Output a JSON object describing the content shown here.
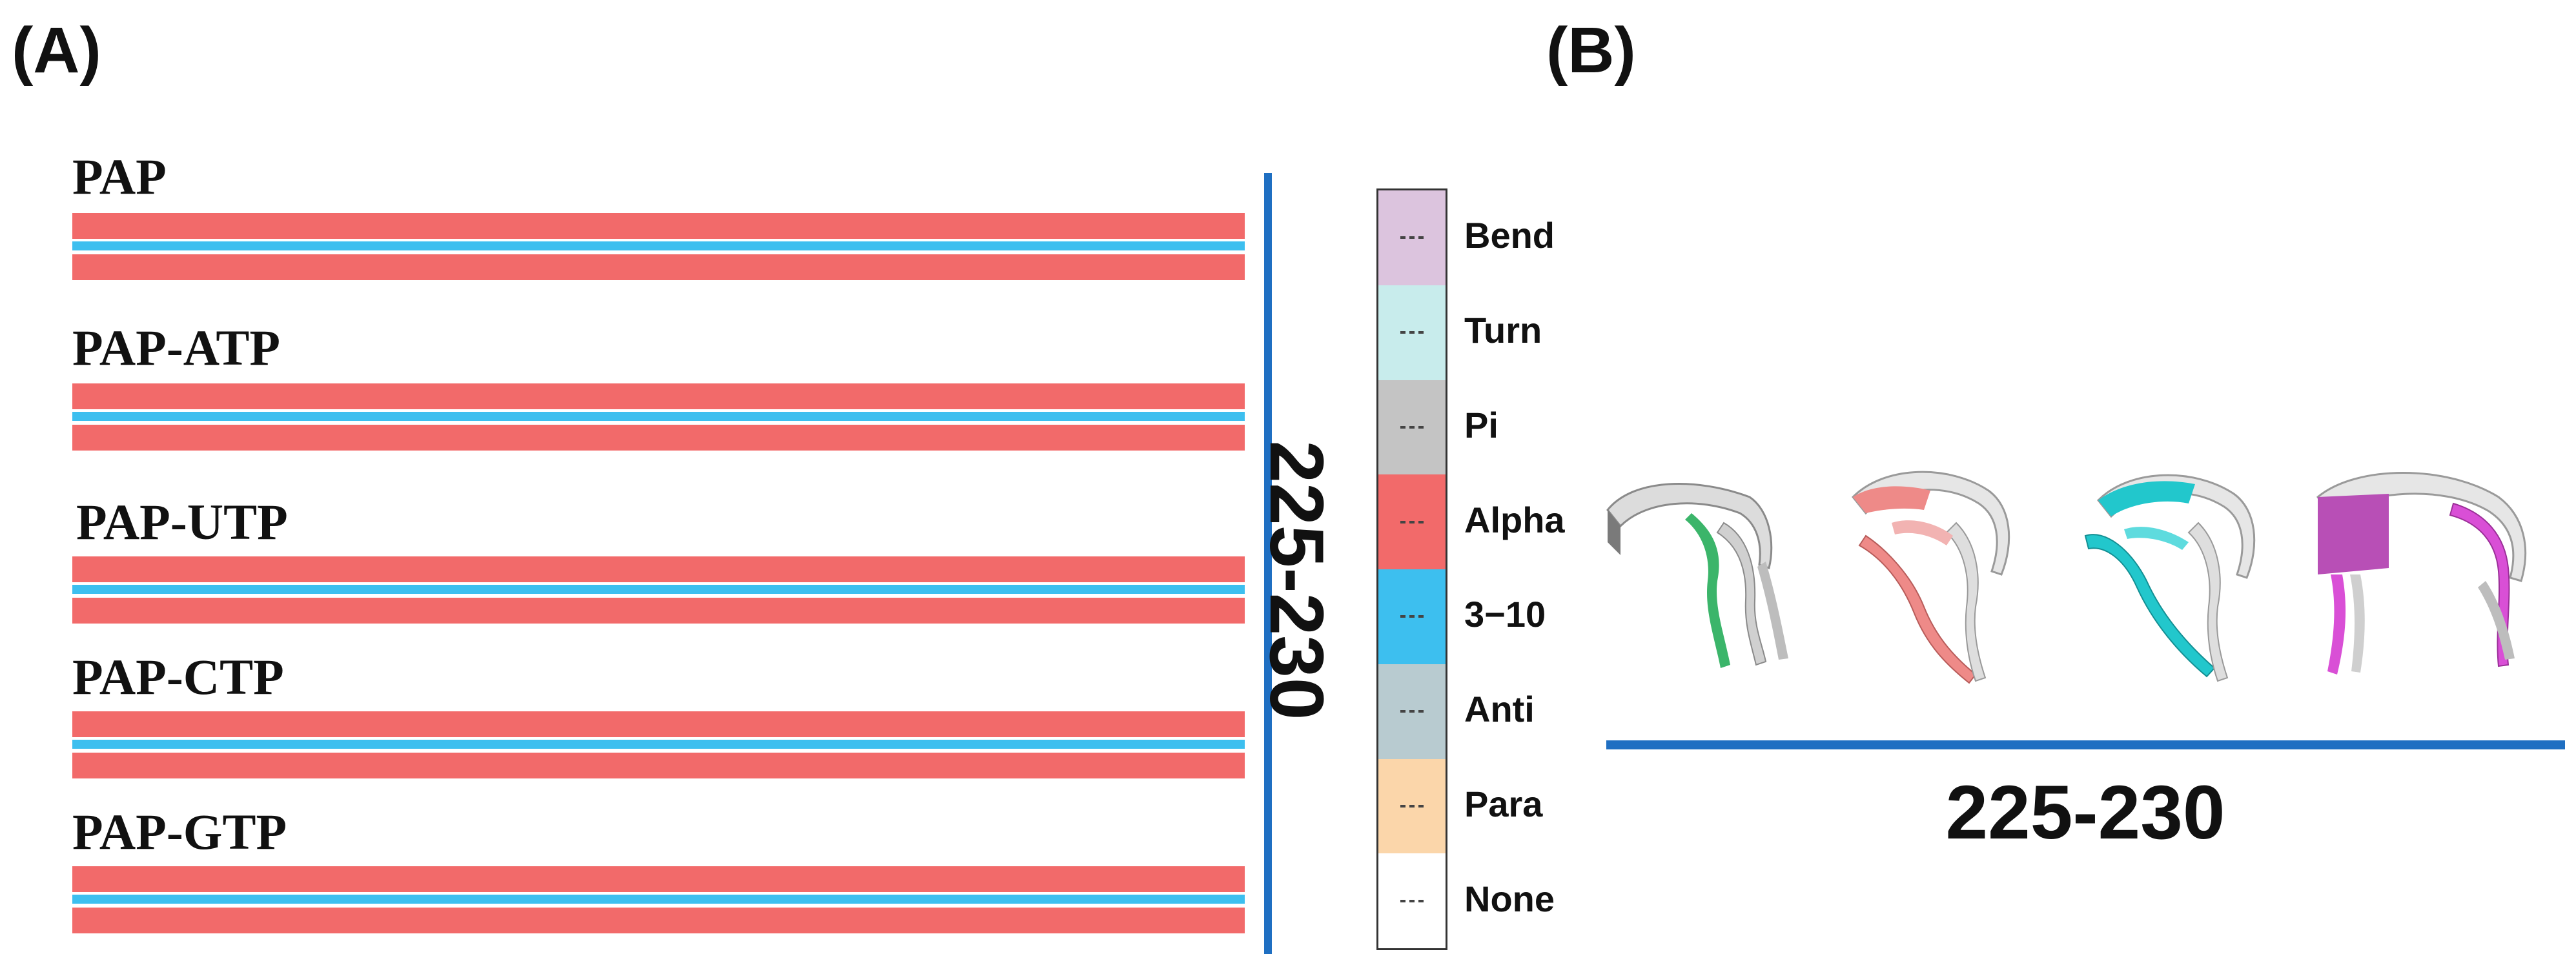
{
  "panels": {
    "a_label": "(A)",
    "b_label": "(B)"
  },
  "tracks": [
    {
      "title": "PAP"
    },
    {
      "title": "PAP-ATP"
    },
    {
      "title": "PAP-UTP"
    },
    {
      "title": "PAP-CTP"
    },
    {
      "title": "PAP-GTP"
    }
  ],
  "region_label_vertical": "225-230",
  "region_label_horizontal": "225-230",
  "legend": [
    {
      "label": "Bend",
      "color": "#dcc4de"
    },
    {
      "label": "Turn",
      "color": "#c8ecec"
    },
    {
      "label": "Pi",
      "color": "#c4c4c4"
    },
    {
      "label": "Alpha",
      "color": "#f26a6a"
    },
    {
      "label": "3−10",
      "color": "#3dbfef"
    },
    {
      "label": "Anti",
      "color": "#b8cbd0"
    },
    {
      "label": "Para",
      "color": "#fbd6aa"
    },
    {
      "label": "None",
      "color": "#ffffff"
    }
  ],
  "colors": {
    "alpha": "#f26a6a",
    "three_ten": "#3dbfef",
    "accent_blue": "#1f6fc2",
    "ribbon_gray": "#d9d9d9",
    "ribbon_green": "#3bb56a",
    "ribbon_salmon": "#ee8a88",
    "ribbon_cyan": "#22c7cc",
    "ribbon_magenta": "#d94fd6"
  },
  "structures": [
    {
      "name": "pap-ribbon",
      "color_key": "ribbon_green"
    },
    {
      "name": "pap-atp-ribbon",
      "color_key": "ribbon_salmon"
    },
    {
      "name": "pap-utp-ribbon",
      "color_key": "ribbon_cyan"
    },
    {
      "name": "pap-ctp-ribbon",
      "color_key": "ribbon_magenta"
    }
  ]
}
